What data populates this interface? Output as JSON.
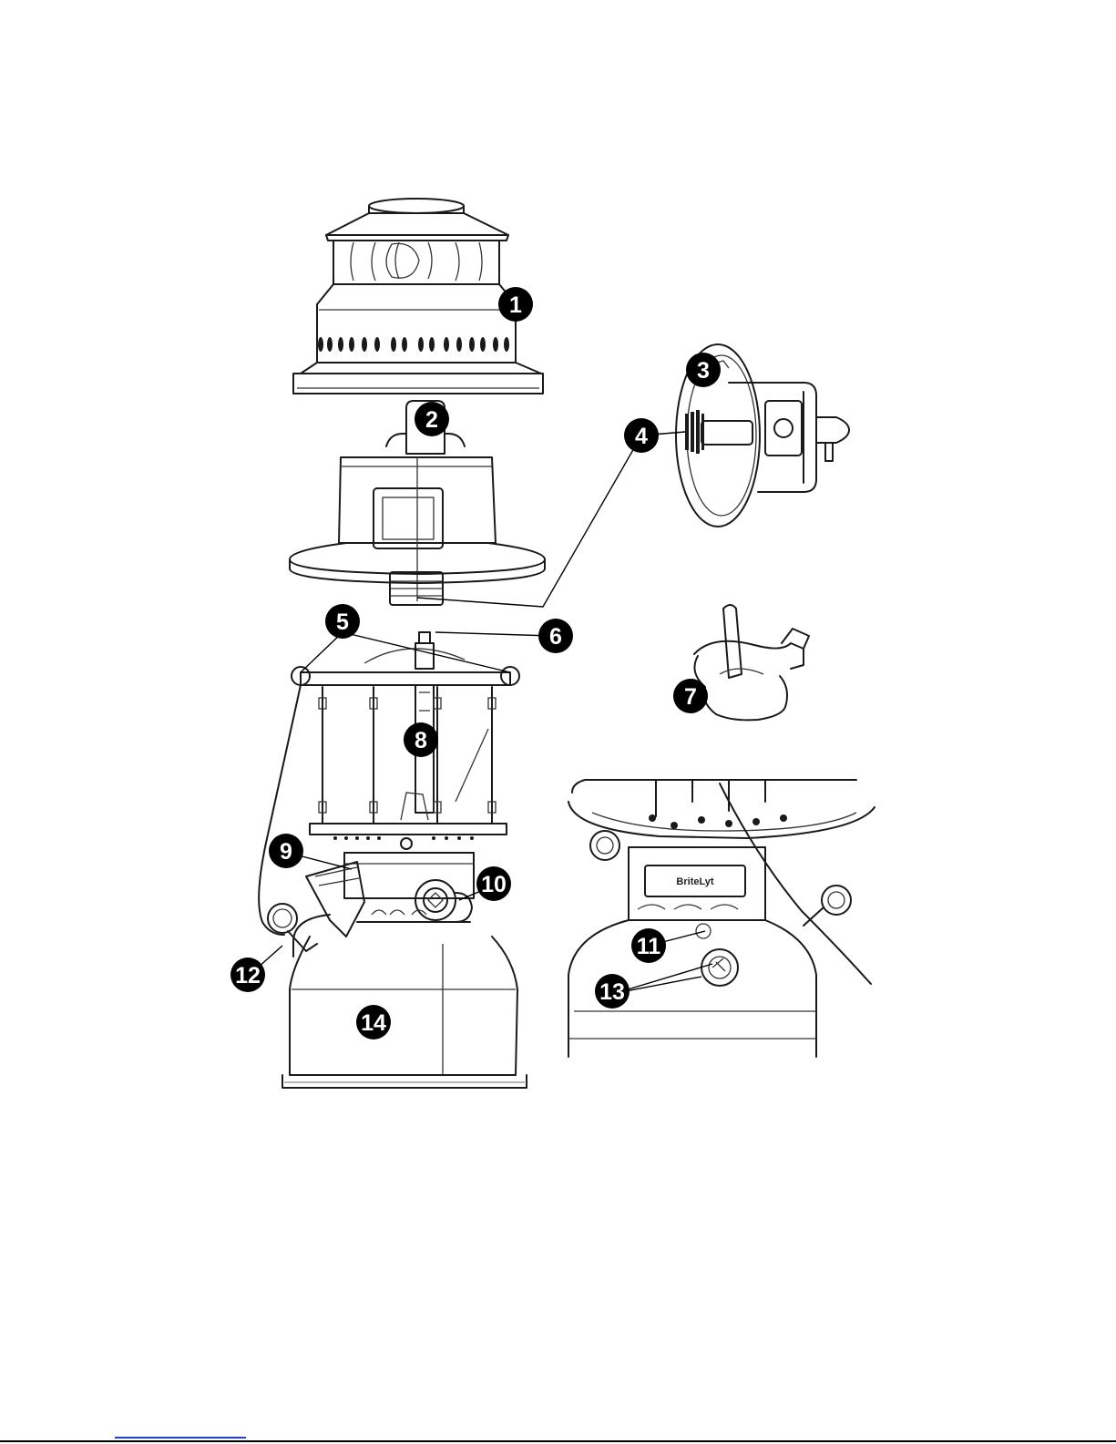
{
  "brand_label": "BriteLyt",
  "callouts": [
    {
      "id": "1",
      "label": "1"
    },
    {
      "id": "2",
      "label": "2"
    },
    {
      "id": "3",
      "label": "3"
    },
    {
      "id": "4",
      "label": "4"
    },
    {
      "id": "5",
      "label": "5"
    },
    {
      "id": "6",
      "label": "6"
    },
    {
      "id": "7",
      "label": "7"
    },
    {
      "id": "8",
      "label": "8"
    },
    {
      "id": "9",
      "label": "9"
    },
    {
      "id": "10",
      "label": "10"
    },
    {
      "id": "11",
      "label": "11"
    },
    {
      "id": "12",
      "label": "12"
    },
    {
      "id": "13",
      "label": "13"
    },
    {
      "id": "14",
      "label": "14"
    }
  ]
}
